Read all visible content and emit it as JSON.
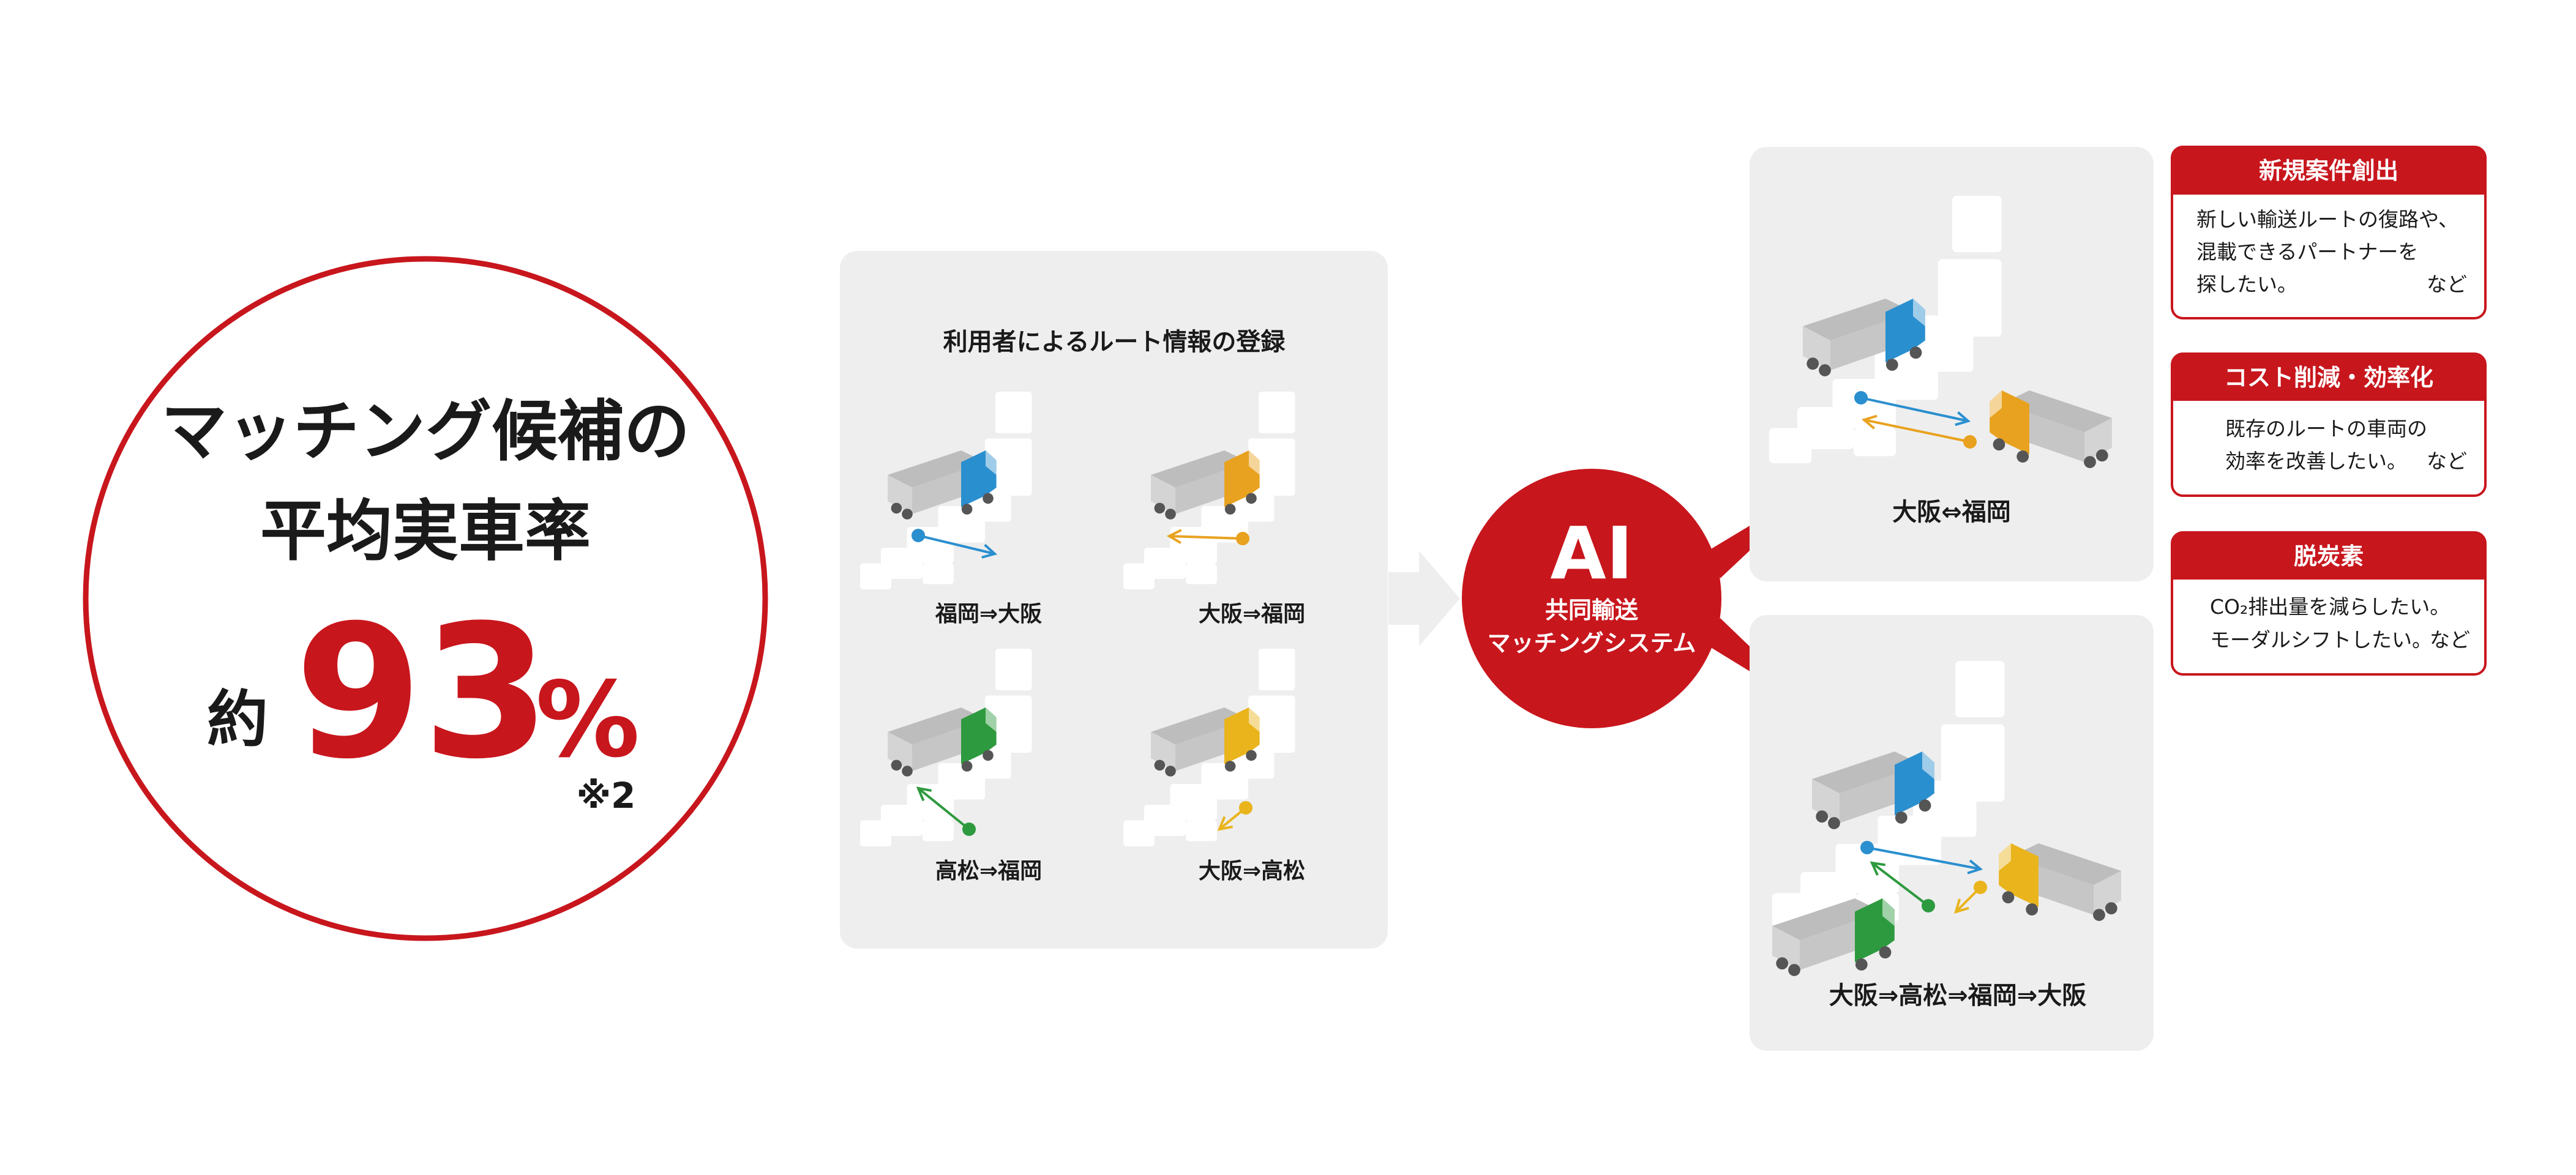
{
  "colors": {
    "accent_red": "#c8161d",
    "panel_gray": "#eeeeee",
    "map_white": "#ffffff",
    "truck_body": "#cfcfcf",
    "blue": "#2a8fcf",
    "orange": "#e8a21f",
    "green": "#2e9a3f",
    "yellow": "#e9b41c",
    "text_dark": "#1a1a1a"
  },
  "headline": {
    "line1": "マッチング候補の",
    "line2": "平均実車率",
    "prefix": "約",
    "value": "93",
    "unit": "%",
    "note": "※2"
  },
  "registration": {
    "title": "利用者によるルート情報の登録",
    "routes": [
      {
        "label": "福岡⇒大阪",
        "cab_color": "blue"
      },
      {
        "label": "大阪⇒福岡",
        "cab_color": "orange"
      },
      {
        "label": "高松⇒福岡",
        "cab_color": "green"
      },
      {
        "label": "大阪⇒高松",
        "cab_color": "yellow"
      }
    ]
  },
  "ai": {
    "title": "AI",
    "line1": "共同輸送",
    "line2": "マッチングシステム"
  },
  "results": [
    {
      "label": "大阪⇔福岡"
    },
    {
      "label": "大阪⇒高松⇒福岡⇒大阪"
    }
  ],
  "benefits": [
    {
      "title": "新規案件創出",
      "lines": [
        "新しい輸送ルートの復路や、",
        "混載できるパートナーを",
        "探したい。"
      ],
      "suffix": "など"
    },
    {
      "title": "コスト削減・効率化",
      "lines": [
        "既存のルートの車両の",
        "効率を改善したい。"
      ],
      "suffix": "など"
    },
    {
      "title": "脱炭素",
      "lines": [
        "CO₂排出量を減らしたい。",
        "モーダルシフトしたい。"
      ],
      "suffix": "など"
    }
  ]
}
